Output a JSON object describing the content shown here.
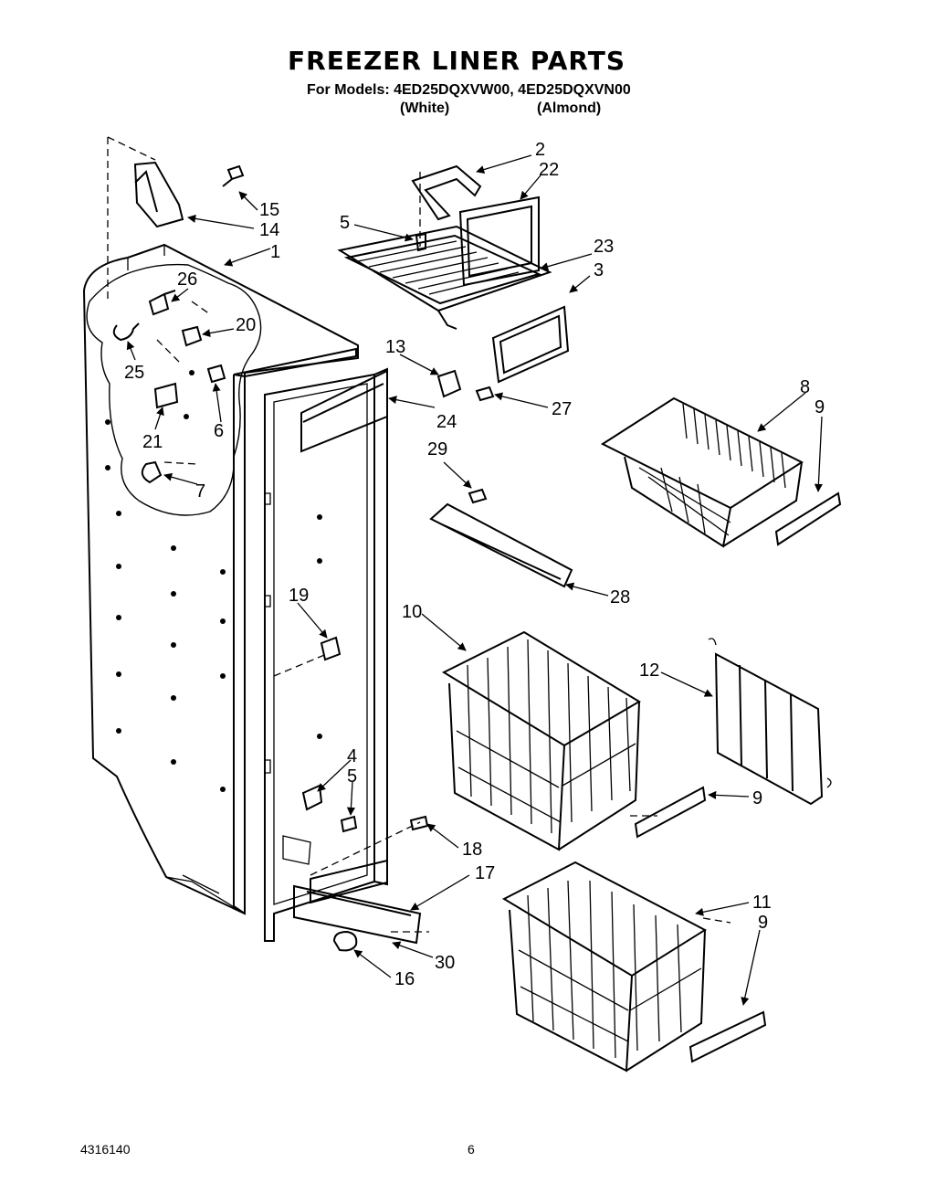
{
  "header": {
    "title": "FREEZER LINER PARTS",
    "models_line": "For Models: 4ED25DQXVW00, 4ED25DQXVN00",
    "variant_white": "(White)",
    "variant_almond": "(Almond)"
  },
  "footer": {
    "doc_number": "4316140",
    "page_number": "6"
  },
  "callouts": {
    "c1": "1",
    "c2": "2",
    "c3": "3",
    "c4": "4",
    "c5a": "5",
    "c5b": "5",
    "c6": "6",
    "c7": "7",
    "c8": "8",
    "c9a": "9",
    "c9b": "9",
    "c9c": "9",
    "c10": "10",
    "c11": "11",
    "c12": "12",
    "c13": "13",
    "c14": "14",
    "c15": "15",
    "c16": "16",
    "c17": "17",
    "c18": "18",
    "c19": "19",
    "c20": "20",
    "c21": "21",
    "c22": "22",
    "c23": "23",
    "c24": "24",
    "c25": "25",
    "c26": "26",
    "c27": "27",
    "c28": "28",
    "c29": "29",
    "c30": "30"
  }
}
